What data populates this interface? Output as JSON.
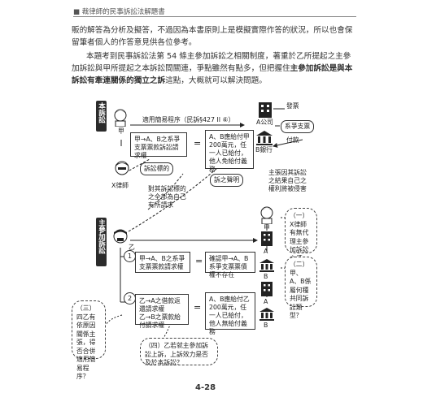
{
  "header": {
    "title": "■ 裁律師的民事訴訟法解題書"
  },
  "body": {
    "para1": "販的解答為分析及擬答，不過因為本書原則上是模擬實際作答的狀況，所以也會保留筆者個人的作答意見供各位參考。",
    "para2a": "本題考到民事訴訟法第 54 條主參加訴訟之相關制度，著重於乙所提起之主參加訴訟與甲所提起之本訴訟間關連，爭點雖然有點多，但把握住",
    "para2b": "主參加訴訟是與本訴訟有牽連關係的獨立之訴",
    "para2c": "這點，大概就可以解決問題。"
  },
  "diagram": {
    "tab_main": "本訴訟",
    "tab_intervention": "主參加訴訟",
    "procedure_label": "適用簡易程序（民訴§427 II ⑥）",
    "company_a": "A公司",
    "bank_b": "B銀行",
    "issue_label": "發票",
    "check_label": "系爭支票",
    "pay_label": "付款",
    "plaintiff_jia": "甲",
    "plaintiff_yi": "乙",
    "lawyer_x": "X律師",
    "claim_box": "甲→A、B之系爭支票票款訴訟請求權",
    "judgment_box": "A、B應給付甲200萬元，任一人已給付，他人免給付義務",
    "subject_bubble": "訴訟標的",
    "declaration_bubble": "訴之聲明",
    "opposing_note": "對其訴訟標的之全部為自己有所請求",
    "claim_note": "主張因其訴訟之結果自己之權利將被侵害",
    "num1": "1",
    "num2": "2",
    "claim1_box": "甲→A、B之系爭支票票款請求權",
    "confirm_box": "確認甲→A、B系爭支票票債權不存在",
    "claim2_box": "乙→A之借款返還請求權\n乙→B之票款給付請求權",
    "judgment2_box": "A、B應給付乙200萬元，任一人已給付，他人無給付義務",
    "q1": "（一）X律師有無代理主參加訴訟之權限？",
    "q2": "（二）甲、A、B係屬何種共同訴訟類型？",
    "q3": "（三）四乙有依原因關係主張，得否合併適用簡易程序？",
    "q4": "（四）乙若就主參加訴訟上訴，上訴效力是否及於本訴訟？",
    "right_jia": "甲",
    "right_a": "A",
    "right_b": "B",
    "right_a2": "A",
    "right_b2": "B",
    "eq": "="
  },
  "page": {
    "number": "4-28"
  }
}
